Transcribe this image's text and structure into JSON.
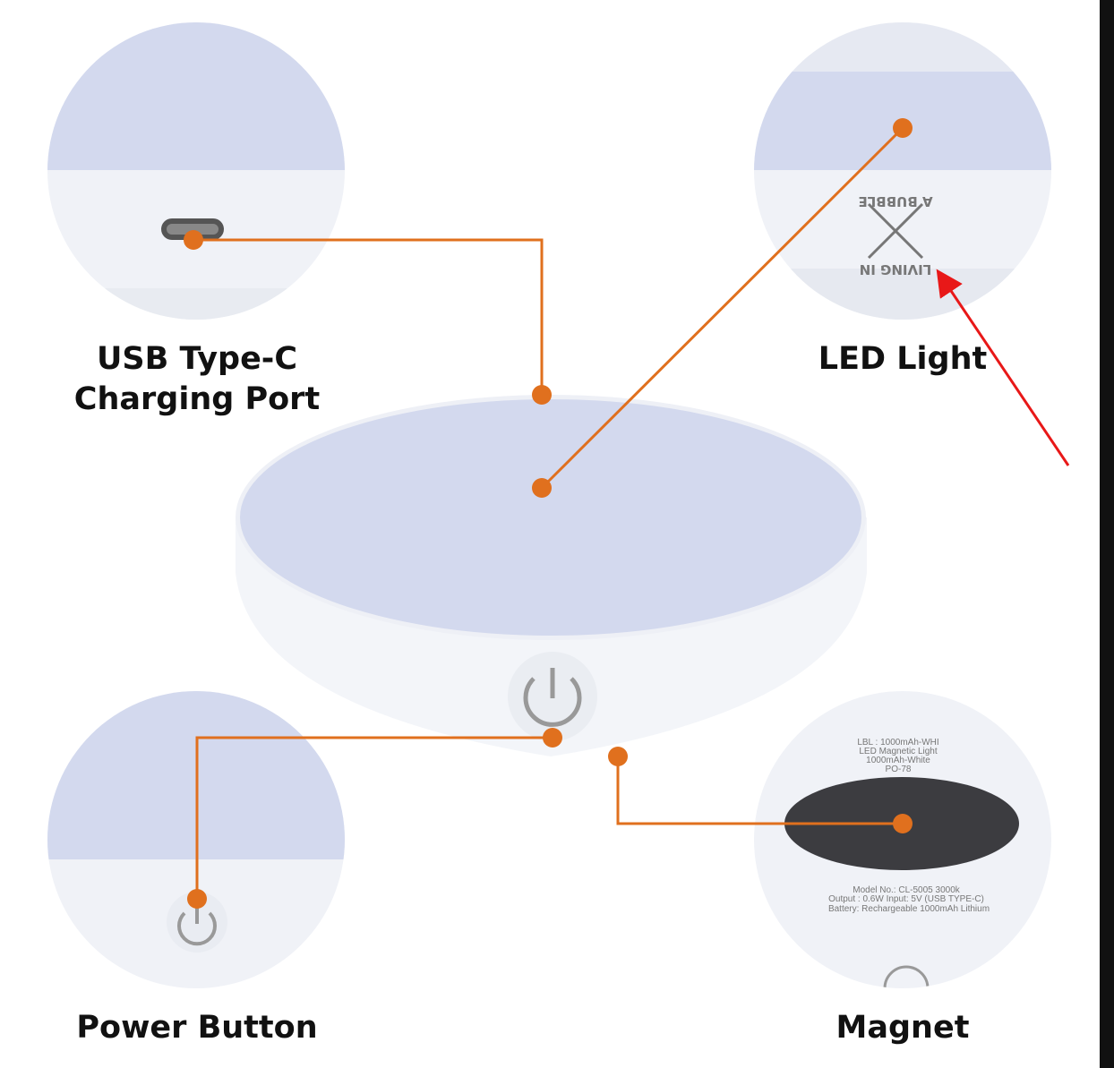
{
  "colors": {
    "accent": "#E0701E",
    "arrow": "#E81818",
    "diffuser": "#D3D9EE",
    "body": "#F2F4F8",
    "magnet": "#3C3C40"
  },
  "labels": {
    "usb": [
      "USB Type-C",
      "Charging Port"
    ],
    "led": "LED Light",
    "power": "Power Button",
    "magnet": "Magnet"
  },
  "logo_text": {
    "top": "A BUBBLE",
    "bottom": "LIVING IN"
  },
  "magnet_detail": {
    "top_lines": [
      "LBL : 1000mAh-WHI",
      "LED Magnetic Light",
      "1000mAh-White",
      "PO-78"
    ],
    "model": "Model No.: CL-5005 3000k",
    "output": "Output : 0.6W  Input: 5V (USB TYPE-C)",
    "battery": "Battery: Rechargeable 1000mAh Lithium"
  },
  "icons": [
    "power-icon",
    "usb-c-port-icon",
    "red-arrow-icon"
  ]
}
